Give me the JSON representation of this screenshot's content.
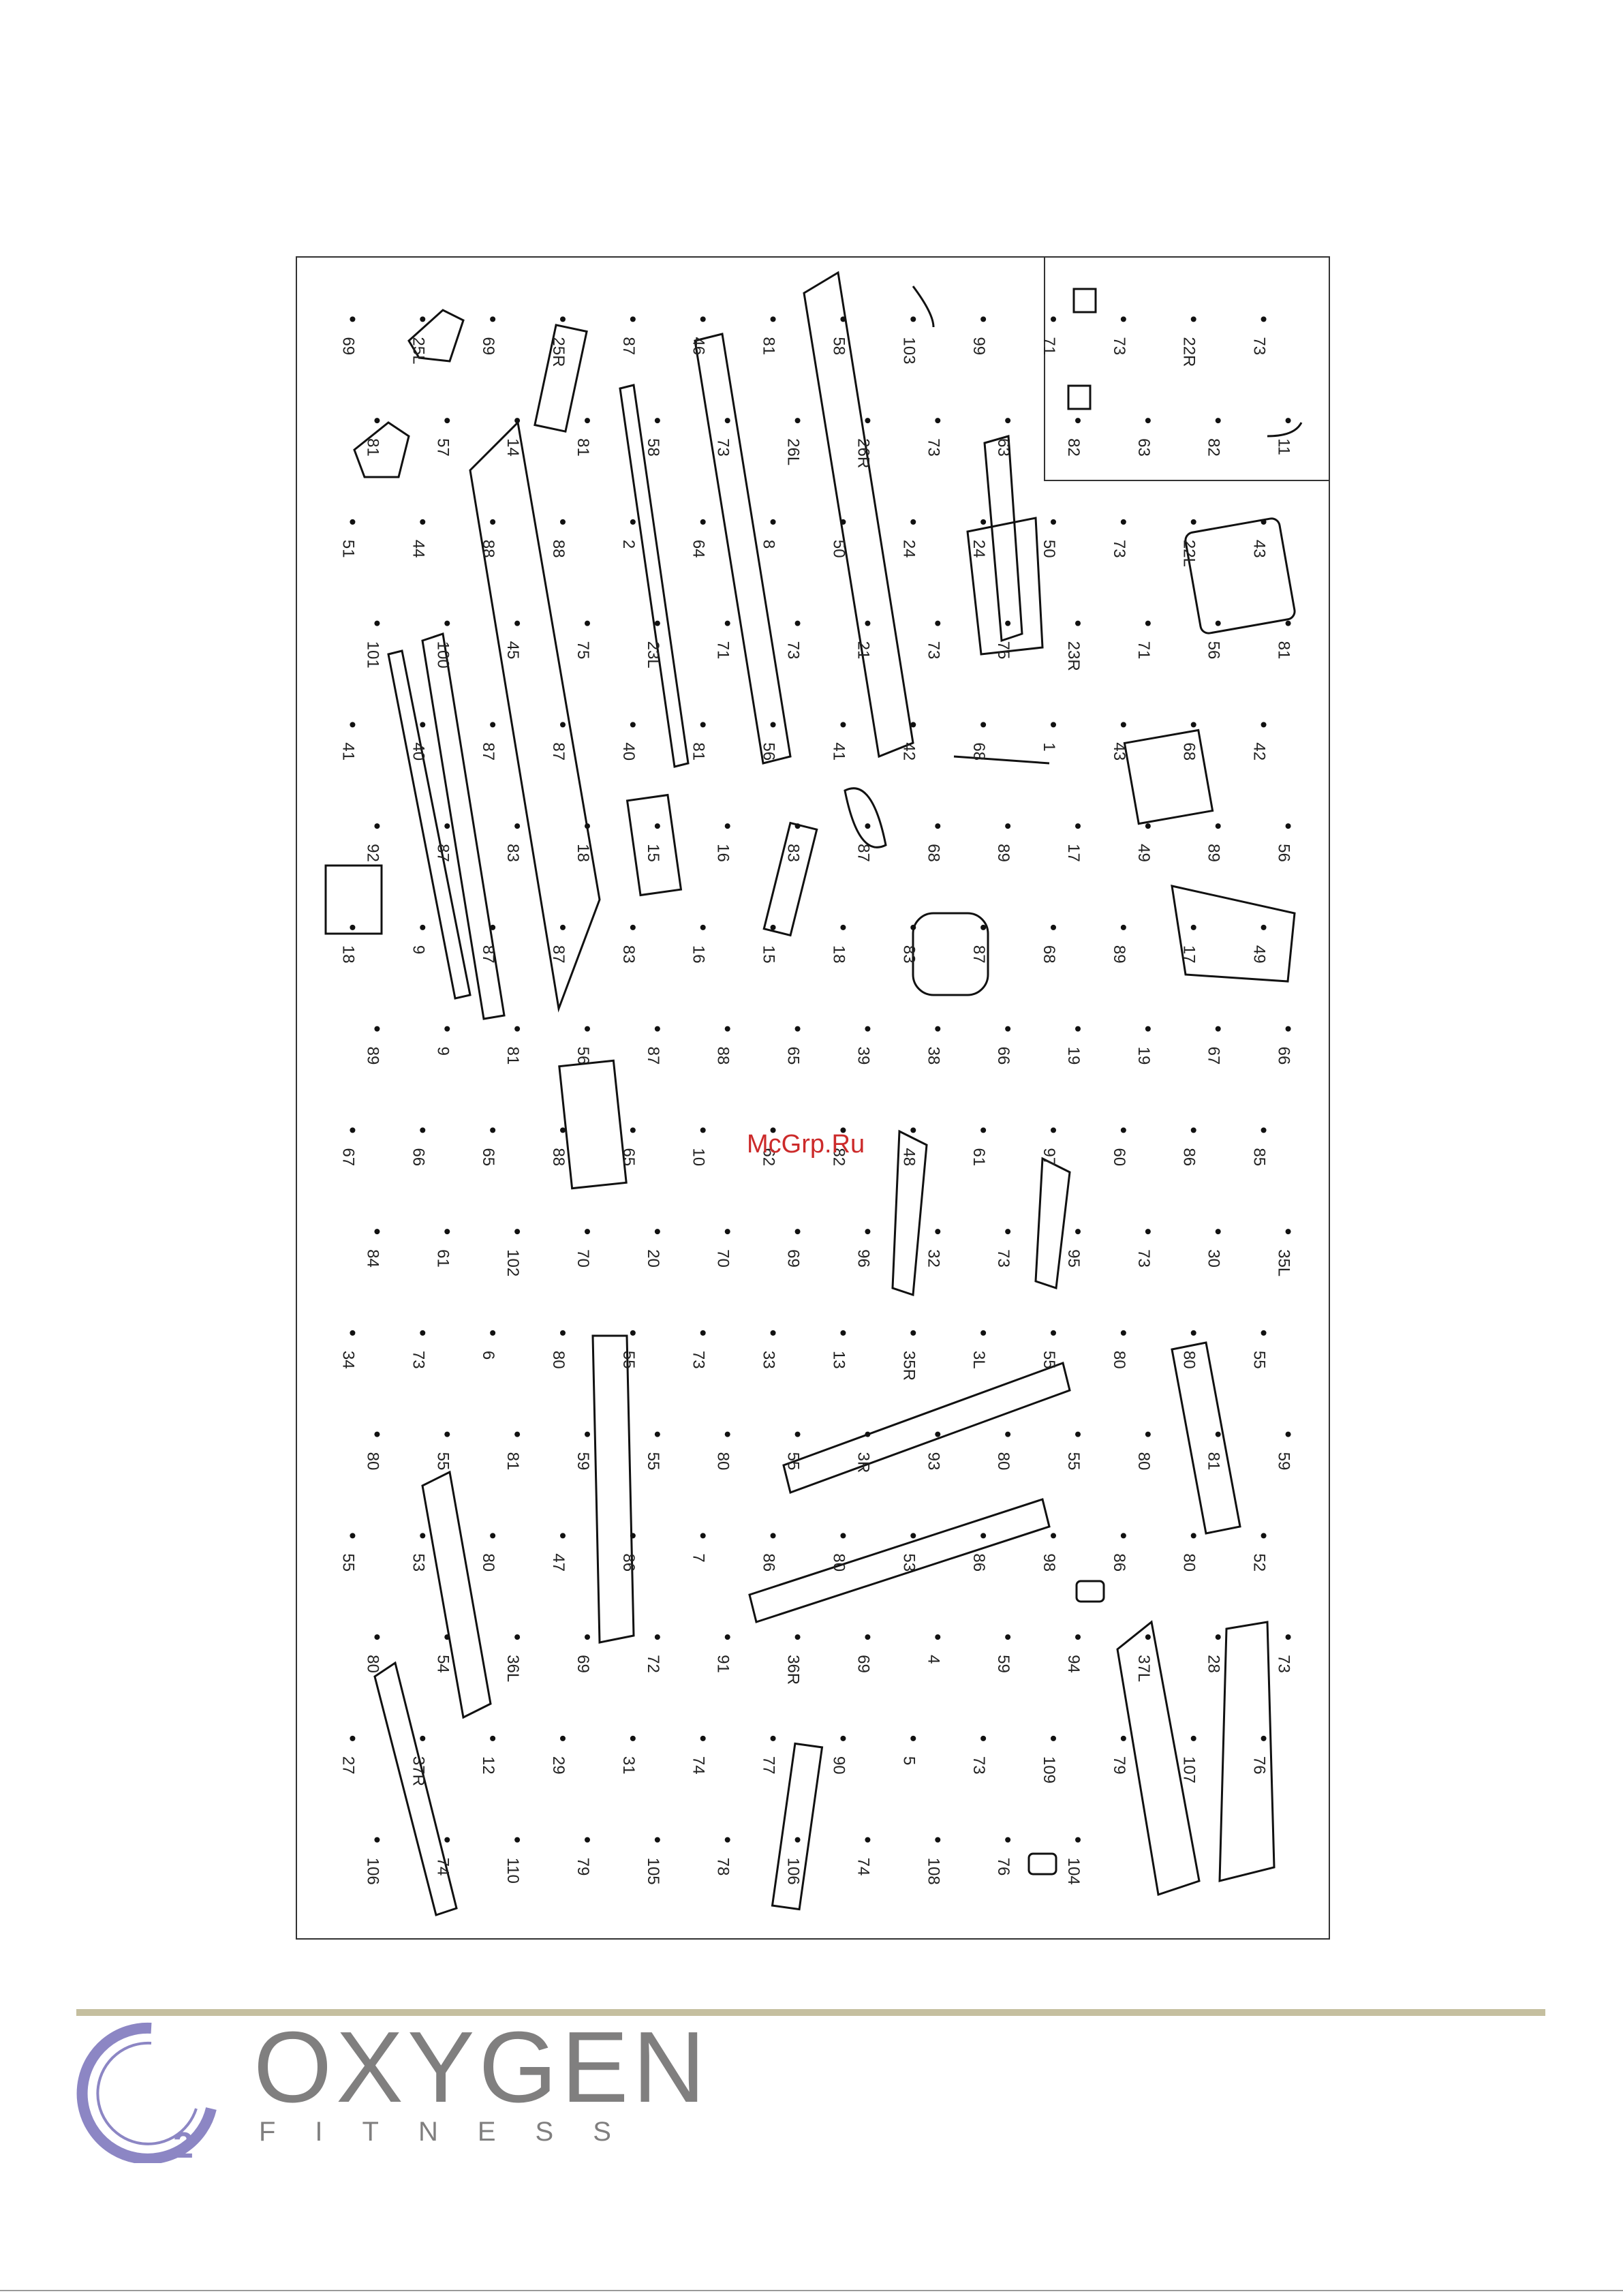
{
  "watermark": "McGrp.Ru",
  "brand": {
    "name": "OXYGEN",
    "subtitle": "FITNESS",
    "badge": "2"
  },
  "colors": {
    "rule": "#c5bf9f",
    "logo_ring": "#8c86c4",
    "logo_text": "#807f7f",
    "watermark": "#cc2a2a"
  },
  "diagram": {
    "part_labels": [
      "69",
      "25L",
      "69",
      "25R",
      "87",
      "46",
      "81",
      "58",
      "103",
      "99",
      "71",
      "73",
      "22R",
      "73",
      "81",
      "57",
      "14",
      "81",
      "58",
      "73",
      "26L",
      "26R",
      "73",
      "63",
      "82",
      "63",
      "82",
      "11",
      "51",
      "44",
      "88",
      "88",
      "2",
      "64",
      "8",
      "50",
      "24",
      "24",
      "50",
      "73",
      "22L",
      "43",
      "101",
      "100",
      "45",
      "75",
      "23L",
      "71",
      "73",
      "21",
      "73",
      "75",
      "23R",
      "71",
      "56",
      "81",
      "41",
      "40",
      "87",
      "87",
      "40",
      "81",
      "56",
      "41",
      "42",
      "68",
      "1",
      "43",
      "68",
      "42",
      "92",
      "87",
      "83",
      "18",
      "15",
      "16",
      "83",
      "87",
      "68",
      "89",
      "17",
      "49",
      "89",
      "56",
      "18",
      "9",
      "87",
      "87",
      "83",
      "16",
      "15",
      "18",
      "83",
      "87",
      "68",
      "89",
      "17",
      "49",
      "89",
      "9",
      "81",
      "56",
      "87",
      "88",
      "65",
      "39",
      "38",
      "66",
      "19",
      "19",
      "67",
      "66",
      "67",
      "66",
      "65",
      "88",
      "65",
      "10",
      "62",
      "82",
      "48",
      "61",
      "97",
      "60",
      "86",
      "85",
      "84",
      "61",
      "102",
      "70",
      "20",
      "70",
      "69",
      "96",
      "32",
      "73",
      "95",
      "73",
      "30",
      "35L",
      "34",
      "73",
      "6",
      "80",
      "55",
      "73",
      "33",
      "13",
      "35R",
      "3L",
      "55",
      "80",
      "80",
      "55",
      "80",
      "55",
      "81",
      "59",
      "55",
      "80",
      "55",
      "3R",
      "93",
      "80",
      "55",
      "80",
      "81",
      "59",
      "55",
      "53",
      "80",
      "47",
      "86",
      "7",
      "86",
      "80",
      "53",
      "86",
      "98",
      "86",
      "80",
      "52",
      "80",
      "54",
      "36L",
      "69",
      "72",
      "91",
      "36R",
      "69",
      "4",
      "59",
      "94",
      "37L",
      "28",
      "73",
      "27",
      "37R",
      "12",
      "29",
      "31",
      "74",
      "77",
      "90",
      "5",
      "73",
      "109",
      "79",
      "107",
      "76",
      "106",
      "74",
      "110",
      "79",
      "105",
      "78",
      "106",
      "74",
      "108",
      "76",
      "104"
    ]
  }
}
